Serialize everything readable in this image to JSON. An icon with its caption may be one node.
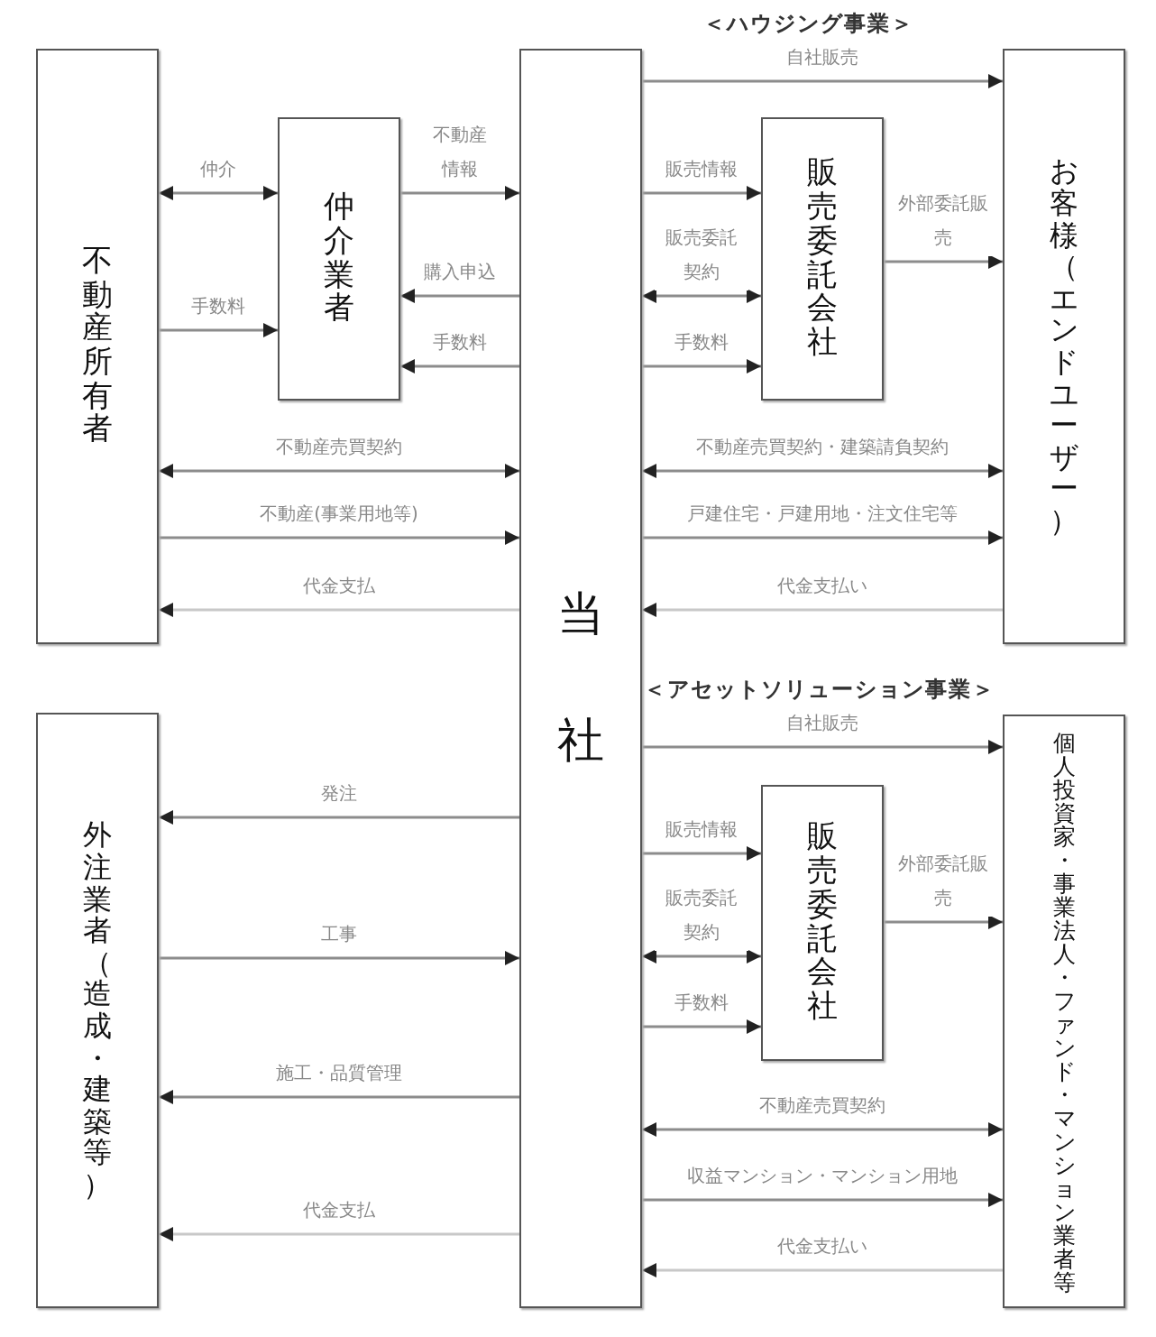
{
  "diagram": {
    "nodes": [
      {
        "text": [
          "不動産所有者"
        ]
      },
      {
        "text": [
          "仲介業者"
        ]
      },
      {
        "text": [
          "当社"
        ]
      },
      {
        "text": [
          "販売委託会社"
        ]
      },
      {
        "text": [
          "お客様（エンドユーザー）"
        ]
      },
      {
        "text": [
          "外注業者（造成・建築等）"
        ]
      },
      {
        "text": [
          "販売委託会社"
        ]
      },
      {
        "text": [
          "個人投資家・事業法人・ファンド・マンション業者等"
        ]
      }
    ],
    "edges": [
      {
        "from": 0,
        "to": 1,
        "arrow": "both",
        "label": "仲介"
      },
      {
        "from": 0,
        "to": 1,
        "arrow": "to",
        "label": "手数料"
      },
      {
        "from": 1,
        "to": 2,
        "arrow": "to",
        "label": "不動産情報"
      },
      {
        "from": 2,
        "to": 1,
        "arrow": "to",
        "label": "購入申込"
      },
      {
        "from": 2,
        "to": 1,
        "arrow": "to",
        "label": "手数料"
      },
      {
        "from": 0,
        "to": 2,
        "arrow": "both",
        "label": "不動産売買契約"
      },
      {
        "from": 0,
        "to": 2,
        "arrow": "to",
        "label": "不動産(事業用地等)"
      },
      {
        "from": 2,
        "to": 0,
        "arrow": "to",
        "label": "代金支払",
        "color": "#c8c8c8"
      },
      {
        "from": 2,
        "to": 4,
        "arrow": "to",
        "label": "自社販売"
      },
      {
        "from": 2,
        "to": 3,
        "arrow": "to",
        "label": "販売情報"
      },
      {
        "from": 2,
        "to": 3,
        "arrow": "both",
        "label": "販売委託契約"
      },
      {
        "from": 2,
        "to": 3,
        "arrow": "to",
        "label": "手数料"
      },
      {
        "from": 3,
        "to": 4,
        "arrow": "to",
        "label": "外部委託販売"
      },
      {
        "from": 2,
        "to": 4,
        "arrow": "both",
        "label": "不動産売買契約・建築請負契約"
      },
      {
        "from": 2,
        "to": 4,
        "arrow": "to",
        "label": "戸建住宅・戸建用地・注文住宅等"
      },
      {
        "from": 4,
        "to": 2,
        "arrow": "to",
        "label": "代金支払い",
        "color": "#c8c8c8"
      },
      {
        "from": 2,
        "to": 5,
        "arrow": "to",
        "label": "発注"
      },
      {
        "from": 5,
        "to": 2,
        "arrow": "to",
        "label": "工事"
      },
      {
        "from": 2,
        "to": 5,
        "arrow": "to",
        "label": "施工・品質管理"
      },
      {
        "from": 2,
        "to": 5,
        "arrow": "to",
        "label": "代金支払",
        "color": "#c8c8c8"
      },
      {
        "from": 2,
        "to": 7,
        "arrow": "to",
        "label": "自社販売"
      },
      {
        "from": 2,
        "to": 6,
        "arrow": "to",
        "label": "販売情報"
      },
      {
        "from": 2,
        "to": 6,
        "arrow": "both",
        "label": "販売委託契約"
      },
      {
        "from": 2,
        "to": 6,
        "arrow": "to",
        "label": "手数料"
      },
      {
        "from": 6,
        "to": 7,
        "arrow": "to",
        "label": "外部委託販売"
      },
      {
        "from": 2,
        "to": 7,
        "arrow": "both",
        "label": "不動産売買契約"
      },
      {
        "from": 2,
        "to": 7,
        "arrow": "to",
        "label": "収益マンション・マンション用地"
      },
      {
        "from": 7,
        "to": 2,
        "arrow": "to",
        "label": "代金支払い",
        "color": "#c8c8c8"
      }
    ],
    "labels": [
      "＜ハウジング事業＞",
      "＜アセットソリューション事業＞"
    ]
  }
}
